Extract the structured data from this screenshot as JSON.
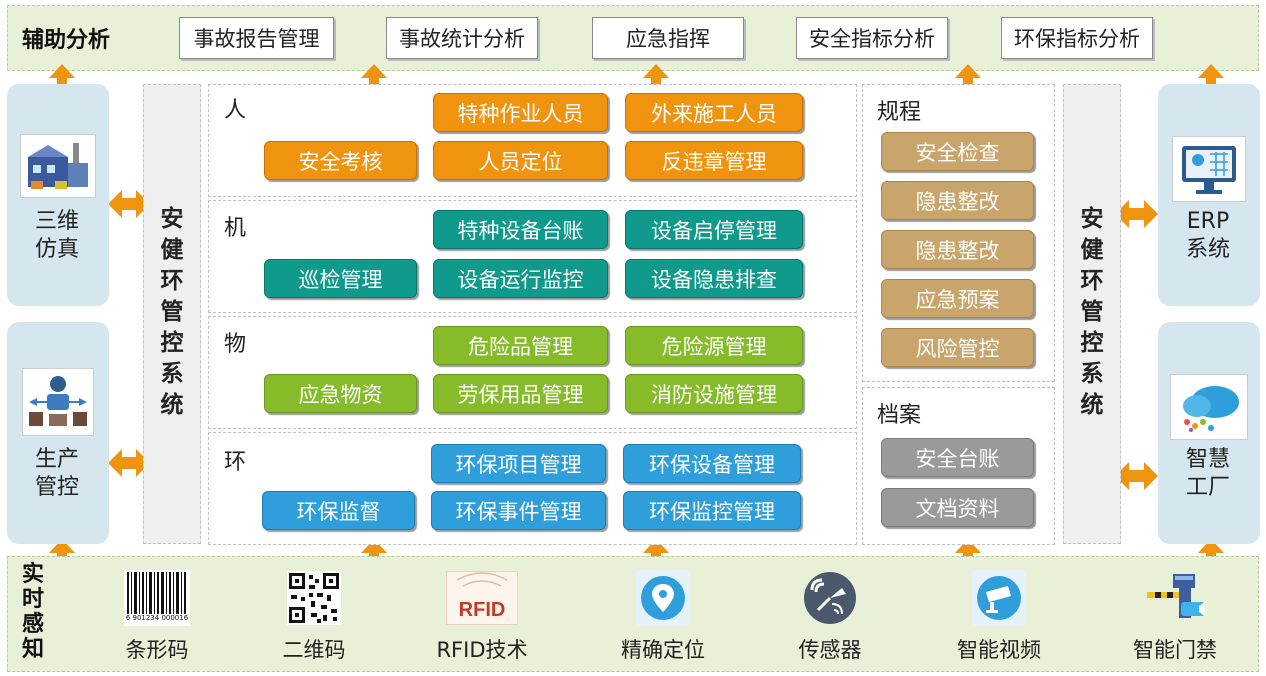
{
  "top": {
    "title": "辅助分析",
    "boxes": [
      "事故报告管理",
      "事故统计分析",
      "应急指挥",
      "安全指标分析",
      "环保指标分析"
    ]
  },
  "left": {
    "panel1": {
      "line1": "三维",
      "line2": "仿真",
      "icon": "factory-3d-icon"
    },
    "panel2": {
      "line1": "生产",
      "line2": "管控",
      "icon": "worker-icon"
    }
  },
  "right": {
    "panel1": {
      "line1": "ERP",
      "line2": "系统",
      "icon": "erp-monitor-icon"
    },
    "panel2": {
      "line1": "智慧",
      "line2": "工厂",
      "icon": "cloud-icon"
    }
  },
  "system_label": [
    "安",
    "健",
    "环",
    "管",
    "控",
    "系",
    "统"
  ],
  "sections": {
    "ren": {
      "label": "人",
      "modules": [
        "特种作业人员",
        "外来施工人员",
        "安全考核",
        "人员定位",
        "反违章管理"
      ]
    },
    "ji": {
      "label": "机",
      "modules": [
        "特种设备台账",
        "设备启停管理",
        "巡检管理",
        "设备运行监控",
        "设备隐患排查"
      ]
    },
    "wu": {
      "label": "物",
      "modules": [
        "危险品管理",
        "危险源管理",
        "应急物资",
        "劳保用品管理",
        "消防设施管理"
      ]
    },
    "huan": {
      "label": "环",
      "modules": [
        "环保项目管理",
        "环保设备管理",
        "环保监督",
        "环保事件管理",
        "环保监控管理"
      ]
    }
  },
  "guicheng": {
    "label": "规程",
    "modules": [
      "安全检查",
      "隐患整改",
      "隐患整改",
      "应急预案",
      "风险管控"
    ]
  },
  "dangan": {
    "label": "档案",
    "modules": [
      "安全台账",
      "文档资料"
    ]
  },
  "bottom": {
    "title": [
      "实",
      "时",
      "感",
      "知"
    ],
    "items": [
      {
        "label": "条形码",
        "icon": "barcode-icon",
        "barcode_digits": "6 901234 000016"
      },
      {
        "label": "二维码",
        "icon": "qrcode-icon"
      },
      {
        "label": "RFID技术",
        "icon": "rfid-icon",
        "icon_text": "RFID"
      },
      {
        "label": "精确定位",
        "icon": "location-pin-icon"
      },
      {
        "label": "传感器",
        "icon": "sensor-icon"
      },
      {
        "label": "智能视频",
        "icon": "camera-icon"
      },
      {
        "label": "智能门禁",
        "icon": "gate-access-icon"
      }
    ]
  },
  "colors": {
    "band": "#e8f1d8",
    "arrow": "#f0930e",
    "person": "#f0930e",
    "machine": "#0f9a8c",
    "material": "#86bb2a",
    "environment": "#2f9fdc",
    "rules": "#c9a56b",
    "archive": "#9a9a9a",
    "side_panel": "#d5e6ee"
  }
}
